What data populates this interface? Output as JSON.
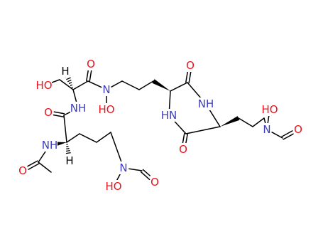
{
  "colors": {
    "carbon_bond": "#000000",
    "oxygen": "#e8141e",
    "nitrogen": "#3c3cbc",
    "hydrogen": "#000000"
  },
  "labels": {
    "O": "O",
    "HO": "HO",
    "N": "N",
    "NH": "NH",
    "HN": "HN",
    "H": "H"
  }
}
